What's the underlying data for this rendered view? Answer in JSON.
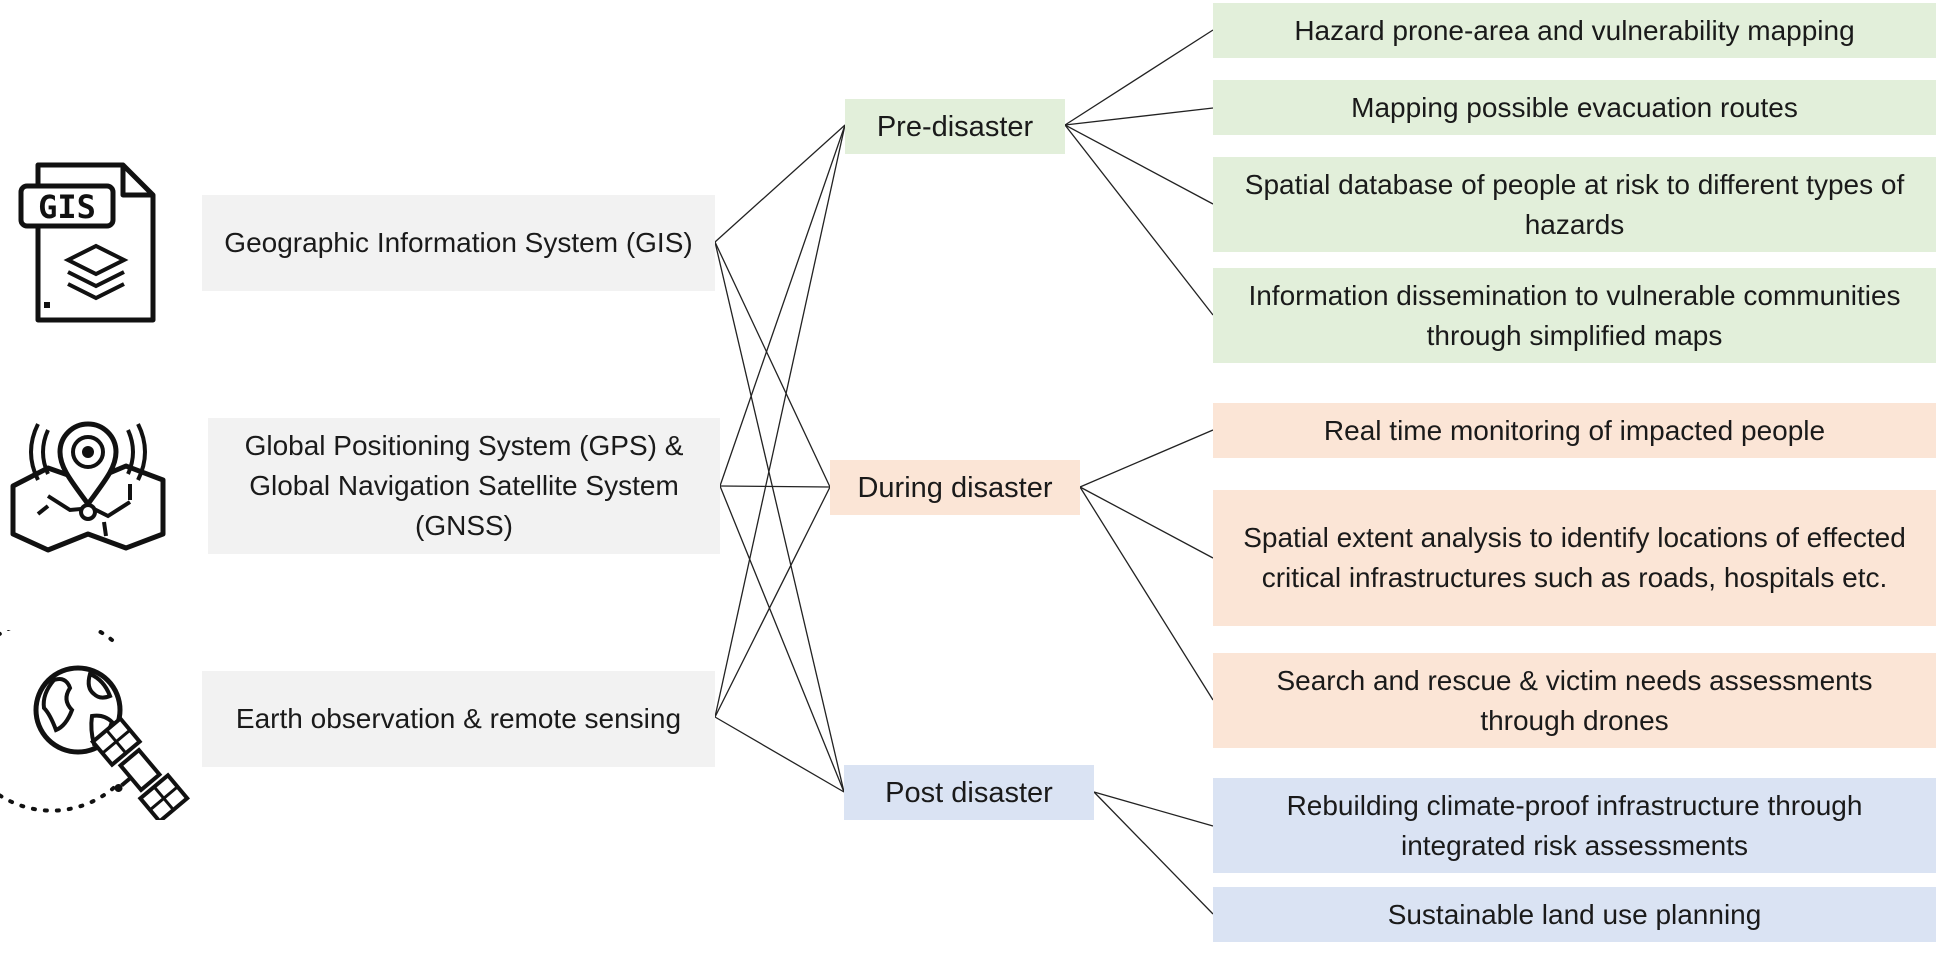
{
  "technologies": [
    {
      "id": "gis",
      "label": "Geographic Information System (GIS)",
      "icon": "gis-document-icon",
      "icon_text": "GIS"
    },
    {
      "id": "gps",
      "label": "Global Positioning System (GPS) & Global Navigation Satellite System (GNSS)",
      "icon": "location-pin-map-icon"
    },
    {
      "id": "eo",
      "label": "Earth observation & remote sensing",
      "icon": "satellite-earth-icon"
    }
  ],
  "phases": [
    {
      "id": "pre",
      "label": "Pre-disaster",
      "color": "#e2efda"
    },
    {
      "id": "during",
      "label": "During disaster",
      "color": "#fbe5d6"
    },
    {
      "id": "post",
      "label": "Post disaster",
      "color": "#dae3f3"
    }
  ],
  "applications": [
    {
      "phase": "pre",
      "label": "Hazard prone-area and vulnerability mapping"
    },
    {
      "phase": "pre",
      "label": "Mapping possible evacuation routes"
    },
    {
      "phase": "pre",
      "label": "Spatial database of people at risk to different types of hazards"
    },
    {
      "phase": "pre",
      "label": "Information dissemination to vulnerable communities through simplified maps"
    },
    {
      "phase": "during",
      "label": "Real time monitoring of impacted people"
    },
    {
      "phase": "during",
      "label": "Spatial extent analysis to identify locations of effected critical infrastructures such as roads, hospitals etc."
    },
    {
      "phase": "during",
      "label": "Search and rescue & victim needs assessments through drones"
    },
    {
      "phase": "post",
      "label": "Rebuilding climate-proof infrastructure through integrated risk assessments"
    },
    {
      "phase": "post",
      "label": "Sustainable land use planning"
    }
  ],
  "connector_color": "#222222"
}
